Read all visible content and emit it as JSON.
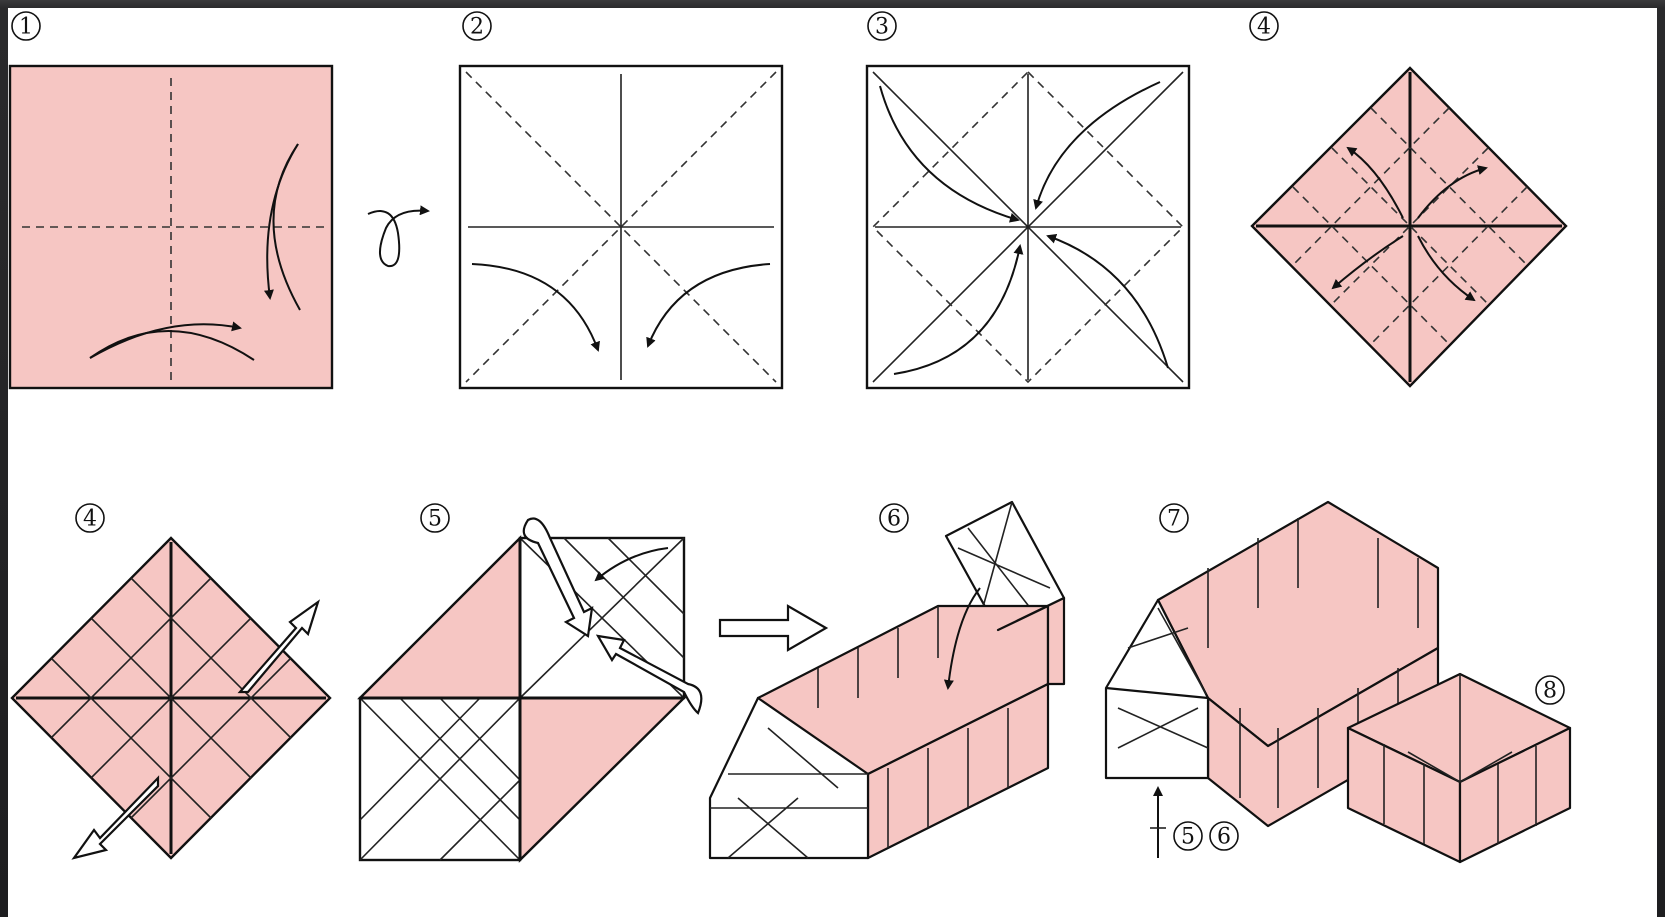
{
  "steps": {
    "s1": "1",
    "s2": "2",
    "s3": "3",
    "s4a": "4",
    "s4b": "4",
    "s5": "5",
    "s6": "6",
    "s7": "7",
    "s8": "8",
    "ref5": "5",
    "ref6": "6"
  },
  "colors": {
    "paper": "#f6c6c3",
    "line": "#111111",
    "background": "#ffffff",
    "frame": "#1c1c1e"
  },
  "icons": [
    "turn-over-icon",
    "hollow-arrow-icon",
    "fold-arrow-icon",
    "push-arrow-icon"
  ]
}
